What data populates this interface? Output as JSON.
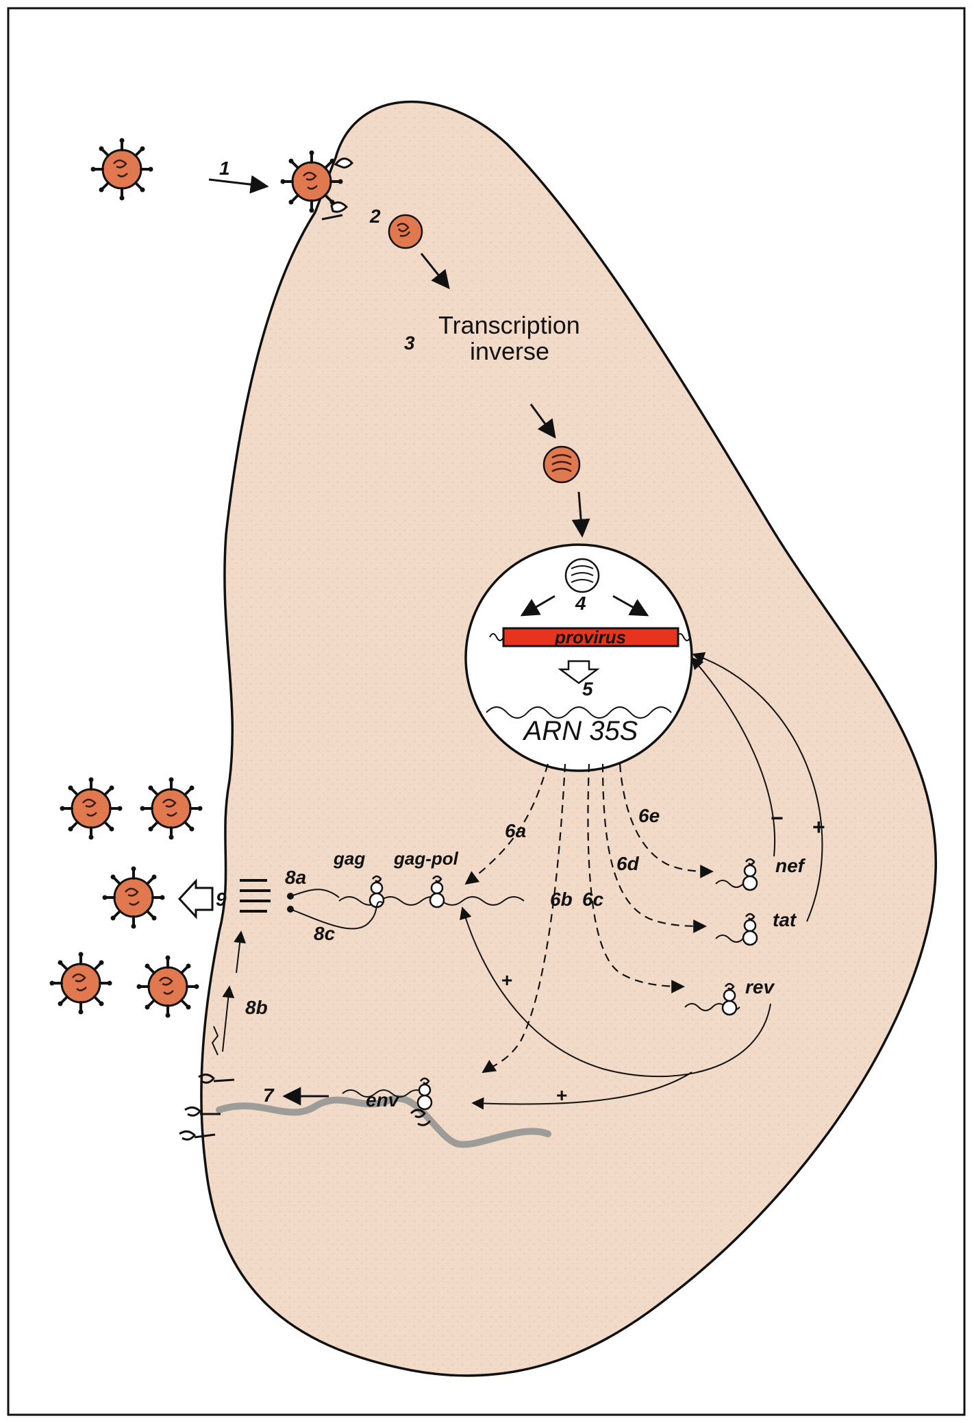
{
  "steps": {
    "s1": "1",
    "s2": "2",
    "s3": "3",
    "s3_label_line1": "Transcription",
    "s3_label_line2": "inverse",
    "s4": "4",
    "provirus": "provirus",
    "s5": "5",
    "arn": "ARN 35S",
    "s6a": "6a",
    "s6b": "6b",
    "s6c": "6c",
    "s6d": "6d",
    "s6e": "6e",
    "s7": "7",
    "s8a": "8a",
    "s8b": "8b",
    "s8c": "8c",
    "s9": "9"
  },
  "genes": {
    "gag": "gag",
    "gag_pol": "gag-pol",
    "nef": "nef",
    "tat": "tat",
    "rev": "rev",
    "env": "env"
  },
  "signs": {
    "minus": "−",
    "plus_tat": "+",
    "plus_rev_gag": "+",
    "plus_rev_env": "+"
  },
  "colors": {
    "cell_fill": "#f1dac8",
    "virus_fill": "#e0794f",
    "provirus_bar": "#e8341e",
    "membrane_band": "#9e9c98"
  }
}
